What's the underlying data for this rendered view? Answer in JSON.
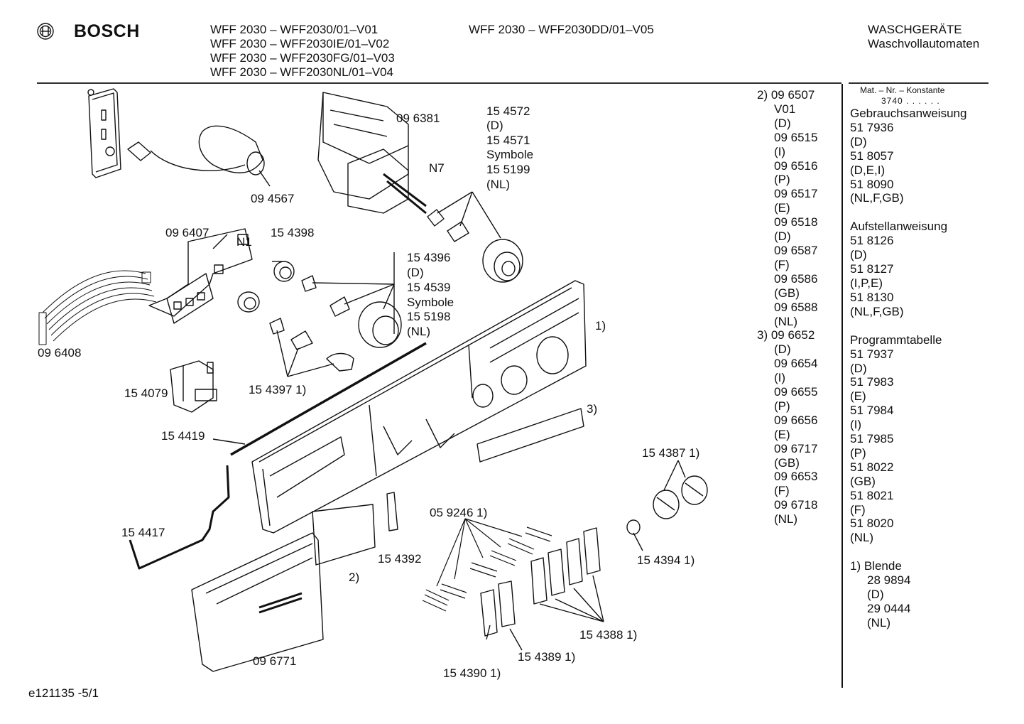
{
  "header": {
    "brand": "BOSCH",
    "models_left": [
      "WFF 2030 – WFF2030/01–V01",
      "WFF 2030 – WFF2030IE/01–V02",
      "WFF 2030 – WFF2030FG/01–V03",
      "WFF 2030 – WFF2030NL/01–V04"
    ],
    "model_center": "WFF 2030 – WFF2030DD/01–V05",
    "category": "WASCHGERÄTE",
    "subcategory": "Waschvollautomaten"
  },
  "part_labels": {
    "p094567": "09 4567",
    "p096381": "09 6381",
    "n7": "N7",
    "knob_group_top": [
      "15 4572",
      "(D)",
      "15 4571",
      "Symbole",
      "15 5199",
      "(NL)"
    ],
    "p096407": "09 6407",
    "n1": "N1",
    "p154398": "15 4398",
    "knob_group_mid": [
      "15 4396",
      "(D)",
      "15 4539",
      "Symbole",
      "15 5198",
      "(NL)"
    ],
    "p096408": "09 6408",
    "p154079": "15 4079",
    "p154397": "15 4397 1)",
    "p154419": "15 4419",
    "note1": "1)",
    "note3": "3)",
    "p154387": "15 4387 1)",
    "p154417": "15 4417",
    "p059246": "05 9246 1)",
    "p154392": "15 4392",
    "note2": "2)",
    "p154394": "15 4394 1)",
    "p154388": "15 4388 1)",
    "p154389": "15 4389 1)",
    "p096771": "09 6771",
    "p154390": "15 4390 1)"
  },
  "variants": {
    "lines": [
      "2) 09 6507",
      "V01",
      "(D)",
      "09 6515",
      "(I)",
      "09 6516",
      "(P)",
      "09 6517",
      "(E)",
      "09 6518",
      "(D)",
      "09 6587",
      "(F)",
      "09 6586",
      "(GB)",
      "09 6588",
      "(NL)",
      "3) 09 6652",
      "(D)",
      "09 6654",
      "(I)",
      "09 6655",
      "(P)",
      "09 6656",
      "(E)",
      "09 6717",
      "(GB)",
      "09 6653",
      "(F)",
      "09 6718",
      "(NL)"
    ]
  },
  "docs": {
    "header": "Mat. – Nr. – Konstante",
    "constant": "3740 . . . . . .",
    "gebrauch": [
      "Gebrauchsanweisung",
      "51 7936",
      "(D)",
      "51 8057",
      "(D,E,I)",
      "51 8090",
      "(NL,F,GB)"
    ],
    "aufstell": [
      "Aufstellanweisung",
      "51 8126",
      "(D)",
      "51 8127",
      "(I,P,E)",
      "51 8130",
      "(NL,F,GB)"
    ],
    "programm": [
      "Programmtabelle",
      "51 7937",
      "(D)",
      "51 7983",
      "(E)",
      "51 7984",
      "(I)",
      "51 7985",
      "(P)",
      "51 8022",
      "(GB)",
      "51 8021",
      "(F)",
      "51 8020",
      "(NL)"
    ],
    "blende_title": "1) Blende",
    "blende": [
      "28 9894",
      "(D)",
      "29 0444",
      "(NL)"
    ]
  },
  "footer": {
    "doc_id": "e121135 -5/1"
  }
}
